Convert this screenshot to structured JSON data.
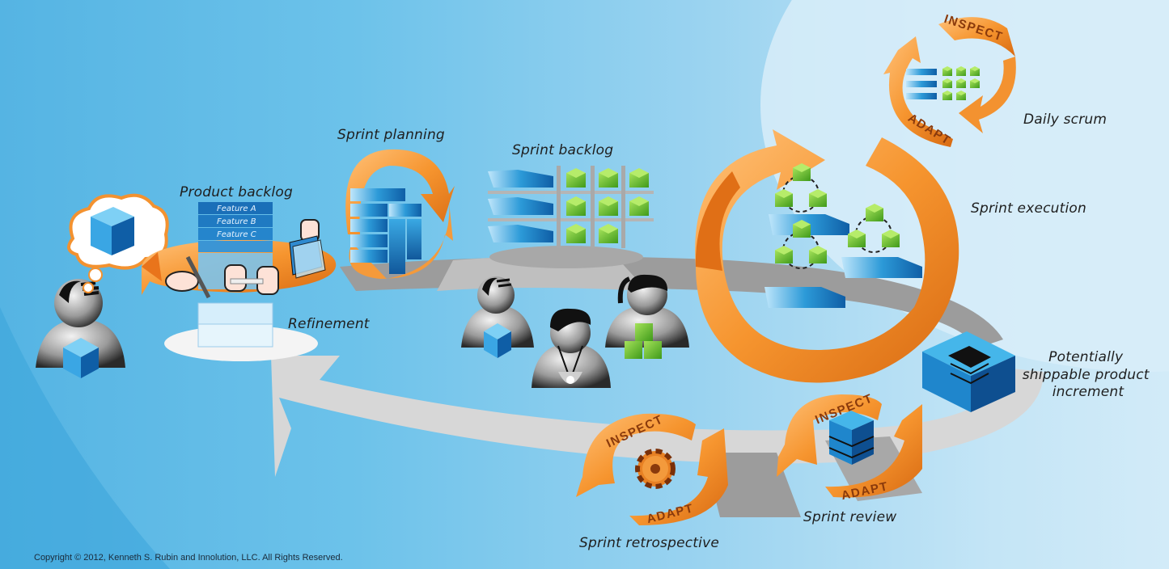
{
  "labels": {
    "product_backlog": "Product backlog",
    "features": [
      "Feature A",
      "Feature B",
      "Feature C"
    ],
    "refinement": "Refinement",
    "sprint_planning": "Sprint planning",
    "sprint_backlog": "Sprint backlog",
    "daily_scrum": "Daily scrum",
    "sprint_execution": "Sprint execution",
    "increment_lines": [
      "Potentially",
      "shippable product",
      "increment"
    ],
    "sprint_review": "Sprint review",
    "sprint_retrospective": "Sprint retrospective",
    "inspect": "INSPECT",
    "adapt": "ADAPT"
  },
  "roles": [
    "product-owner",
    "development-team-member",
    "scrum-master",
    "development-team-member"
  ],
  "copyright": "Copyright © 2012, Kenneth S. Rubin and Innolution, LLC. All Rights Reserved.",
  "colors": {
    "orange": "#f39230",
    "blue": "#1f86cc",
    "green": "#6cc12e",
    "track": "#d8d8d8"
  }
}
